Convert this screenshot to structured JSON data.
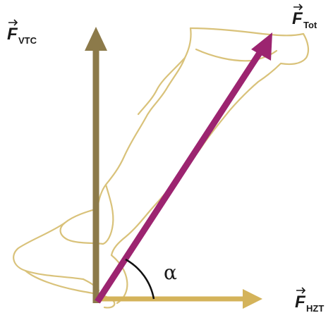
{
  "colors": {
    "vertical_vector": "#8c7a4a",
    "total_vector": "#9c2470",
    "horizontal_vector": "#d4b35a",
    "outline": "#d9c27a",
    "angle_arc": "#111111",
    "text": "#1a1a1a"
  },
  "labels": {
    "vertical": {
      "symbol": "F",
      "subscript": "VTC"
    },
    "total": {
      "symbol": "F",
      "subscript": "Tot"
    },
    "horizontal": {
      "symbol": "F",
      "subscript": "HZT"
    },
    "angle": "α"
  }
}
